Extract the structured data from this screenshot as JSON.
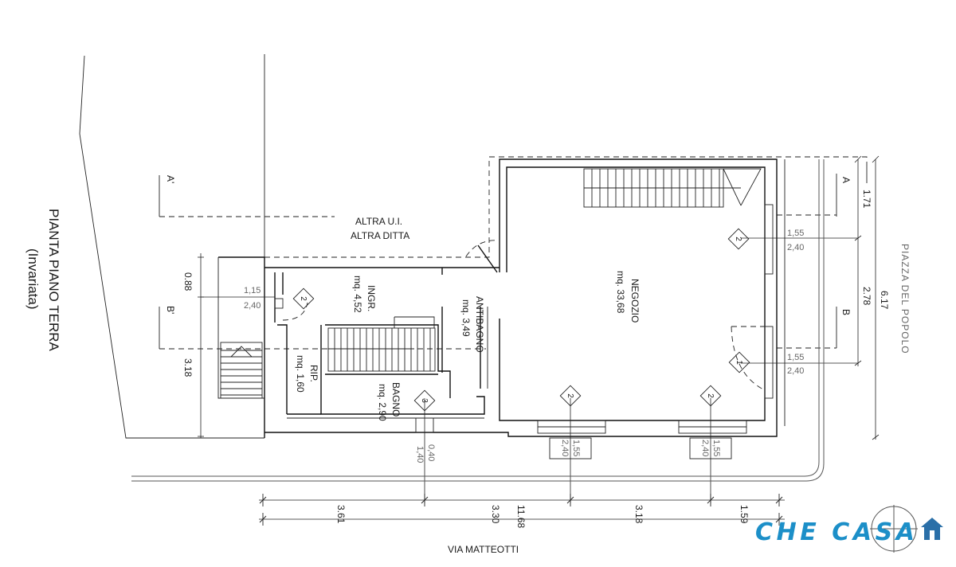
{
  "title": "PIANTA PIANO TERRA",
  "subtitle": "(Invariata)",
  "labels": {
    "altra_ui": "ALTRA U.I.",
    "altra_ditta": "ALTRA DITTA",
    "piazza": "PIAZZA DEL POPOLO",
    "via": "VIA MATTEOTTI"
  },
  "rooms": [
    {
      "name": "NEGOZIO",
      "area": "mq. 33,68"
    },
    {
      "name": "ANTIBAGNO",
      "area": "mq. 3,49"
    },
    {
      "name": "INGR.",
      "area": "mq. 4,52"
    },
    {
      "name": "RIP.",
      "area": "mq. 1,60"
    },
    {
      "name": "BAGNO",
      "area": "mq. 2,90"
    }
  ],
  "sections": {
    "a": "A",
    "a_prime": "A'",
    "b": "B",
    "b_prime": "B'"
  },
  "dimensions": {
    "left_top": "0.88",
    "left_bottom": "3.18",
    "right_1": "1.71",
    "right_2": "2.78",
    "right_total": "6.17",
    "bottom_1": "3.61",
    "bottom_2": "3.30",
    "bottom_3": "3.18",
    "bottom_4": "1.59",
    "bottom_total": "11.68"
  },
  "openings": [
    {
      "w": "1,15",
      "h": "2,40"
    },
    {
      "w": "1,55",
      "h": "2,40"
    },
    {
      "w": "1,55",
      "h": "2,40"
    },
    {
      "w": "0,40",
      "h": "1,40"
    },
    {
      "w": "1,55",
      "h": "2,40"
    },
    {
      "w": "1,55",
      "h": "2,40"
    }
  ],
  "markers": [
    "1",
    "2",
    "2",
    "2",
    "2",
    "3"
  ],
  "logo": {
    "text": "CHE CASA",
    "colors": {
      "primary": "#1c8fc8",
      "accent": "#2a6fa8"
    }
  }
}
